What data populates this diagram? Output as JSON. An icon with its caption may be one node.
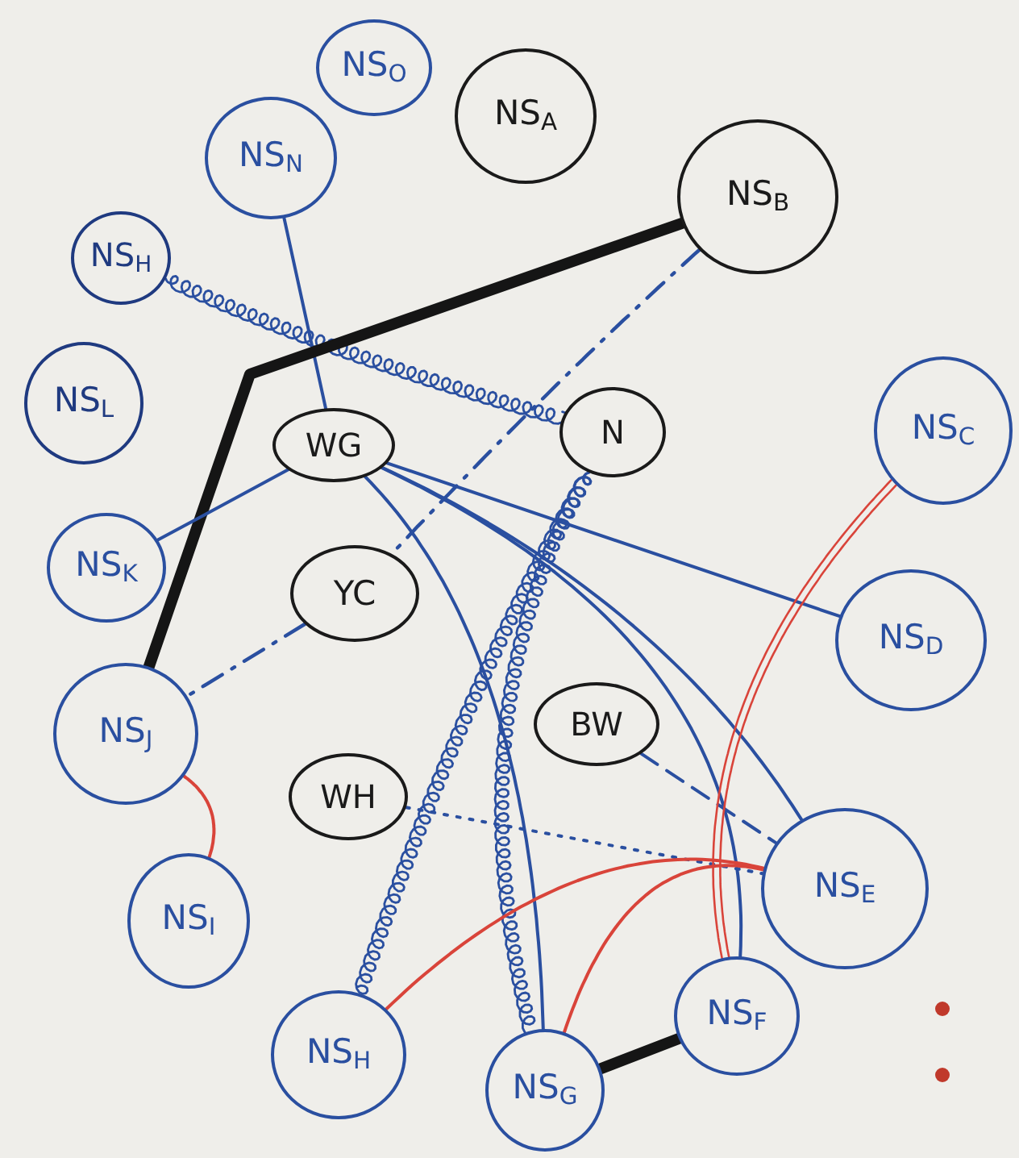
{
  "diagram": {
    "nodes": [
      {
        "text": [
          "NS$_{O}$"
        ]
      },
      {
        "text": [
          "NS$_{A}$"
        ]
      },
      {
        "text": [
          "NS$_{N}$"
        ]
      },
      {
        "text": [
          "NS$_{B}$"
        ]
      },
      {
        "text": [
          "NS$_{H}$"
        ]
      },
      {
        "text": [
          "NS$_{L}$"
        ]
      },
      {
        "text": [
          "WG"
        ]
      },
      {
        "text": [
          "N"
        ]
      },
      {
        "text": [
          "NS$_{C}$"
        ]
      },
      {
        "text": [
          "NS$_{K}$"
        ]
      },
      {
        "text": [
          "YC"
        ]
      },
      {
        "text": [
          "NS$_{D}$"
        ]
      },
      {
        "text": [
          "NS$_{J}$"
        ]
      },
      {
        "text": [
          "BW"
        ]
      },
      {
        "text": [
          "WH"
        ]
      },
      {
        "text": [
          "NS$_{E}$"
        ]
      },
      {
        "text": [
          "NS$_{I}$"
        ]
      },
      {
        "text": [
          "NS$_{H}$"
        ]
      },
      {
        "text": [
          "NS$_{F}$"
        ]
      },
      {
        "text": [
          "NS$_{G}$"
        ]
      }
    ],
    "edges": [
      {
        "from": 2,
        "to": 6,
        "arrow": "none"
      },
      {
        "from": 4,
        "to": 7,
        "arrow": "none"
      },
      {
        "from": 3,
        "to": 12,
        "arrow": "none",
        "style": "thick",
        "color": "#151515"
      },
      {
        "from": 3,
        "to": 10,
        "arrow": "none",
        "style": "dashed"
      },
      {
        "from": 10,
        "to": 12,
        "arrow": "none",
        "style": "dashed"
      },
      {
        "from": 9,
        "to": 6,
        "arrow": "none"
      },
      {
        "from": 6,
        "to": 11,
        "arrow": "none"
      },
      {
        "from": 6,
        "to": 15,
        "arrow": "none"
      },
      {
        "from": 6,
        "to": 18,
        "arrow": "none"
      },
      {
        "from": 6,
        "to": 19,
        "arrow": "none"
      },
      {
        "from": 7,
        "to": 17,
        "arrow": "none"
      },
      {
        "from": 7,
        "to": 19,
        "arrow": "none"
      },
      {
        "from": 14,
        "to": 15,
        "arrow": "none",
        "style": "dashed"
      },
      {
        "from": 13,
        "to": 15,
        "arrow": "none",
        "style": "dashed"
      },
      {
        "from": 12,
        "to": 16,
        "arrow": "none",
        "color": "#d9443a"
      },
      {
        "from": 8,
        "to": 18,
        "arrow": "none",
        "color": "#d9443a"
      },
      {
        "from": 17,
        "to": 15,
        "arrow": "none",
        "color": "#d9443a"
      },
      {
        "from": 19,
        "to": 15,
        "arrow": "none",
        "color": "#d9443a"
      },
      {
        "from": 19,
        "to": 18,
        "arrow": "none",
        "style": "thick",
        "color": "#151515"
      }
    ]
  }
}
